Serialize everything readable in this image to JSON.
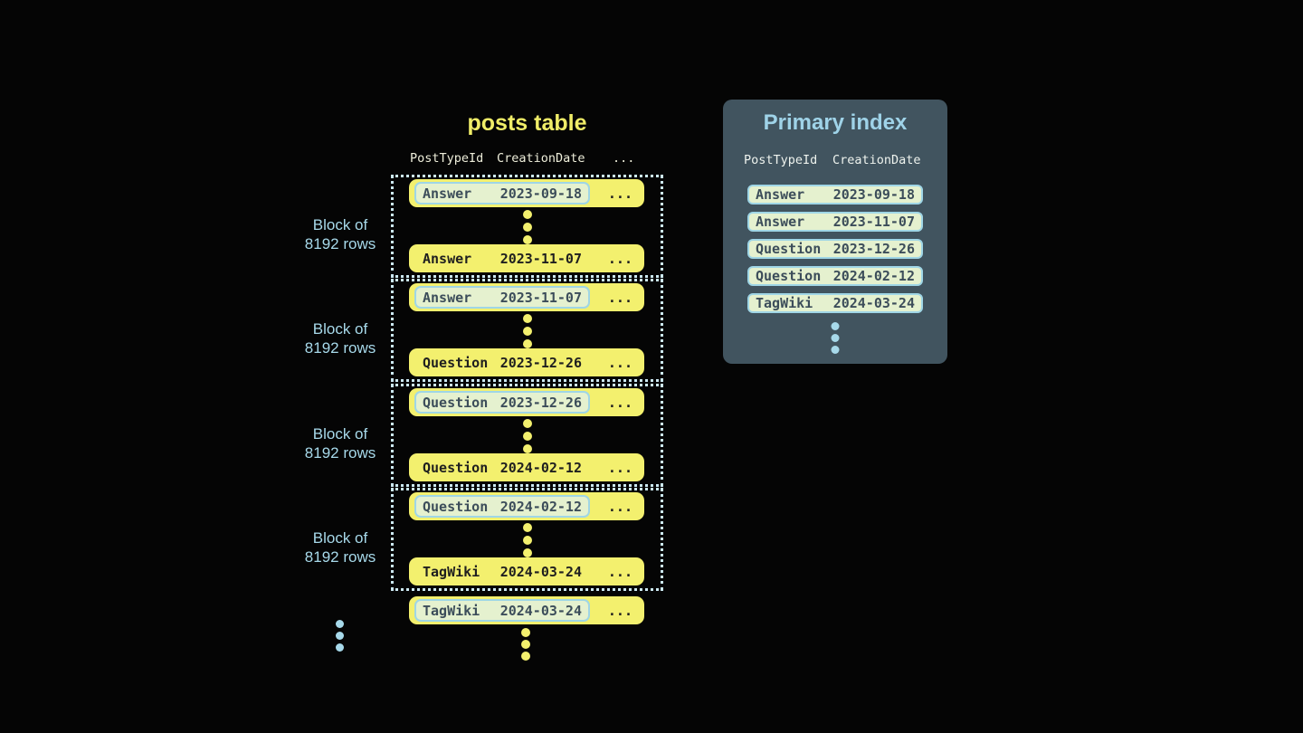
{
  "colors": {
    "background": "#050505",
    "row_yellow": "#f3f06e",
    "title_yellow": "#f0ed68",
    "highlight_pill_bg": "#e5f1cf",
    "highlight_pill_border": "#9fd6e6",
    "highlight_pill_text": "#3c4d5a",
    "row_text_dark": "#1f1f1f",
    "light_blue": "#a7d9ea",
    "dotted_border": "#cde9f2",
    "panel_bg": "#41545f",
    "panel_title": "#9fd3e8",
    "header_text": "#eeeeda"
  },
  "posts_table": {
    "title": "posts table",
    "columns": [
      "PostTypeId",
      "CreationDate"
    ],
    "columns_ellipsis": "...",
    "row_ellipsis": "...",
    "block_label_line1": "Block of",
    "block_label_line2": "8192 rows",
    "blocks": [
      {
        "first": {
          "type": "Answer",
          "date": "2023-09-18"
        },
        "last": {
          "type": "Answer",
          "date": "2023-11-07"
        }
      },
      {
        "first": {
          "type": "Answer",
          "date": "2023-11-07"
        },
        "last": {
          "type": "Question",
          "date": "2023-12-26"
        }
      },
      {
        "first": {
          "type": "Question",
          "date": "2023-12-26"
        },
        "last": {
          "type": "Question",
          "date": "2024-02-12"
        }
      },
      {
        "first": {
          "type": "Question",
          "date": "2024-02-12"
        },
        "last": {
          "type": "TagWiki",
          "date": "2024-03-24"
        }
      }
    ],
    "overflow_row": {
      "type": "TagWiki",
      "date": "2024-03-24"
    }
  },
  "primary_index": {
    "title": "Primary index",
    "columns": [
      "PostTypeId",
      "CreationDate"
    ],
    "rows": [
      {
        "type": "Answer",
        "date": "2023-09-18"
      },
      {
        "type": "Answer",
        "date": "2023-11-07"
      },
      {
        "type": "Question",
        "date": "2023-12-26"
      },
      {
        "type": "Question",
        "date": "2024-02-12"
      },
      {
        "type": "TagWiki",
        "date": "2024-03-24"
      }
    ]
  }
}
